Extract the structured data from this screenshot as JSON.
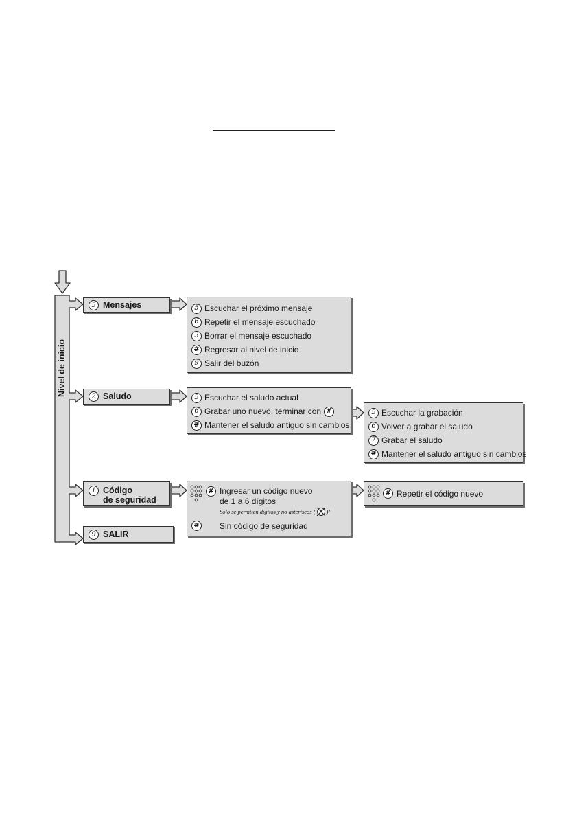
{
  "side_label": "Nivel de inicio",
  "menu": {
    "mensajes": {
      "key": "5",
      "label": "Mensajes"
    },
    "saludo": {
      "key": "2",
      "label": "Saludo"
    },
    "codigo": {
      "key": "1",
      "label_line1": "Código",
      "label_line2": "de seguridad"
    },
    "salir": {
      "key": "9",
      "label": "SALIR"
    }
  },
  "mensajes_options": [
    {
      "key": "5",
      "text": "Escuchar el próximo mensaje"
    },
    {
      "key": "6",
      "text": "Repetir el mensaje escuchado"
    },
    {
      "key": "3",
      "text": "Borrar el mensaje escuchado"
    },
    {
      "key": "#",
      "text": "Regresar al nivel de inicio"
    },
    {
      "key": "9",
      "text": "Salir del buzón"
    }
  ],
  "saludo_options": [
    {
      "key": "5",
      "text": "Escuchar el saludo actual"
    },
    {
      "key": "6",
      "text": "Grabar uno nuevo, terminar con",
      "end_key": "#"
    },
    {
      "key": "#",
      "text": "Mantener el saludo antiguo sin cambios"
    }
  ],
  "grabacion_options": [
    {
      "key": "5",
      "text": "Escuchar la grabación"
    },
    {
      "key": "6",
      "text": "Volver a grabar el saludo"
    },
    {
      "key": "7",
      "text": "Grabar el saludo"
    },
    {
      "key": "#",
      "text": "Mantener el saludo antiguo sin cambios"
    }
  ],
  "codigo_options": {
    "key": "#",
    "line1": "Ingresar un código nuevo",
    "line2": "de 1 a 6 dígitos",
    "note": "Sólo se permiten dígitos y no asteriscos (",
    "note_end": ")!",
    "no_code_key": "#",
    "no_code_text": "Sin código de seguridad"
  },
  "repetir": {
    "key": "#",
    "text": "Repetir el código nuevo"
  }
}
